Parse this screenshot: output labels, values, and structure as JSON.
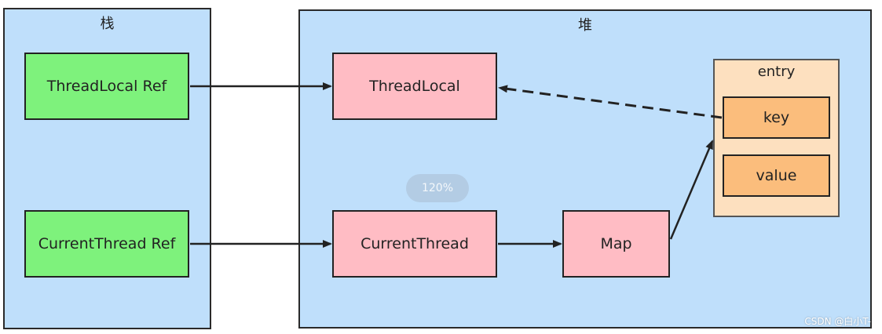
{
  "stack": {
    "title": "栈",
    "threadlocal_ref": "ThreadLocal Ref",
    "currentthread_ref": "CurrentThread Ref"
  },
  "heap": {
    "title": "堆",
    "threadlocal": "ThreadLocal",
    "currentthread": "CurrentThread",
    "map": "Map",
    "entry": {
      "title": "entry",
      "key": "key",
      "value": "value"
    }
  },
  "zoom": "120%",
  "watermark": "CSDN @白小T-",
  "colors": {
    "panel": "#bfdffb",
    "ref_box": "#7ef27c",
    "object_box": "#ffbcc4",
    "entry_bg": "#fde0bf",
    "entry_item": "#fbbd7c"
  }
}
